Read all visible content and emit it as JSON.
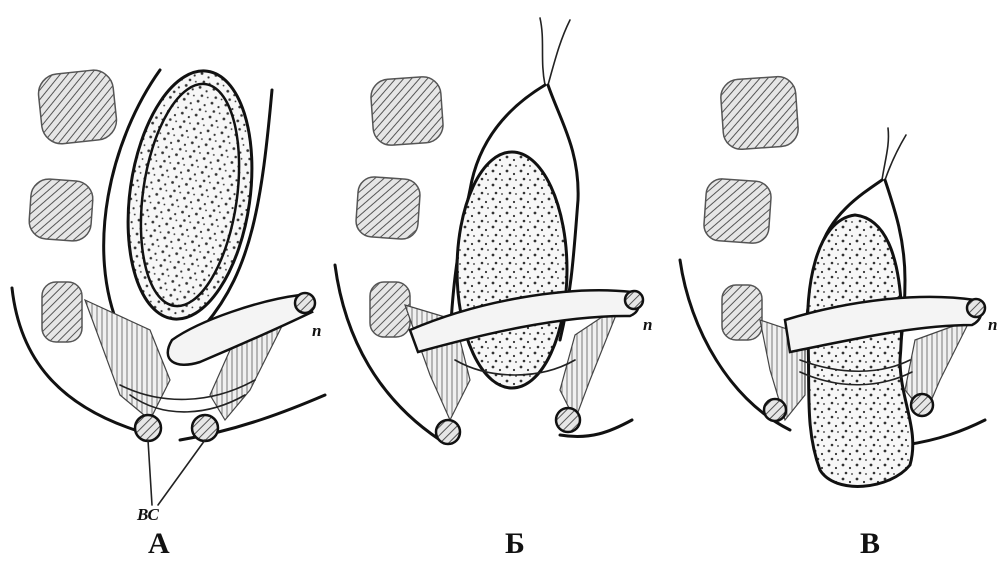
{
  "figure": {
    "panels": [
      {
        "id": "A",
        "label": "А",
        "band_label": "п",
        "bottom_label": "ВС"
      },
      {
        "id": "B",
        "label": "Б",
        "band_label": "п"
      },
      {
        "id": "V",
        "label": "В",
        "band_label": "п"
      }
    ]
  }
}
